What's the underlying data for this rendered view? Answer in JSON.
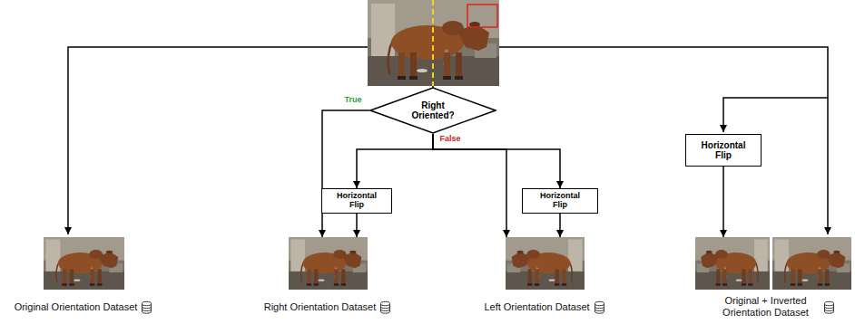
{
  "diagram": {
    "nodes": [
      {
        "text": [
          "Right Oriented?"
        ]
      },
      {
        "text": [
          "Horizontal Flip"
        ]
      },
      {
        "text": [
          "Horizontal Flip"
        ]
      },
      {
        "text": [
          "Horizontal Flip"
        ]
      },
      {
        "text": [
          "Original Orientation Dataset"
        ]
      },
      {
        "text": [
          "Right Orientation Dataset"
        ]
      },
      {
        "text": [
          "Left Orientation Dataset"
        ]
      },
      {
        "text": [
          "Original + Inverted Orientation Dataset"
        ]
      }
    ],
    "edges": [
      {
        "from": 0,
        "to": 5,
        "arrow": "to",
        "label": "True"
      },
      {
        "from": 0,
        "to": 2,
        "arrow": "to",
        "label": "False"
      },
      {
        "from": 0,
        "to": 6,
        "arrow": "to"
      },
      {
        "from": 0,
        "to": 3,
        "arrow": "to"
      },
      {
        "from": 2,
        "to": 5,
        "arrow": "to"
      },
      {
        "from": 3,
        "to": 6,
        "arrow": "to"
      },
      {
        "from": 1,
        "to": 7,
        "arrow": "to"
      }
    ]
  }
}
